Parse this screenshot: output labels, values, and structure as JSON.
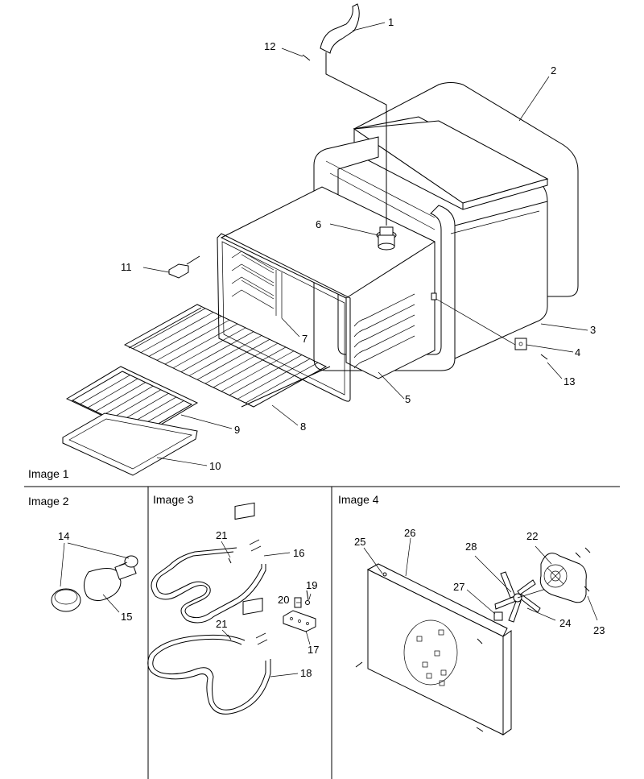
{
  "captions": {
    "image1": "Image 1",
    "image2": "Image 2",
    "image3": "Image 3",
    "image4": "Image 4"
  },
  "callouts": {
    "c1": "1",
    "c2": "2",
    "c3": "3",
    "c4": "4",
    "c5": "5",
    "c6": "6",
    "c7": "7",
    "c8": "8",
    "c9": "9",
    "c10": "10",
    "c11": "11",
    "c12": "12",
    "c13": "13",
    "c14": "14",
    "c15": "15",
    "c16": "16",
    "c17": "17",
    "c18": "18",
    "c19": "19",
    "c20": "20",
    "c21a": "21",
    "c21b": "21",
    "c22": "22",
    "c23": "23",
    "c24": "24",
    "c25": "25",
    "c26": "26",
    "c27": "27",
    "c28": "28"
  }
}
